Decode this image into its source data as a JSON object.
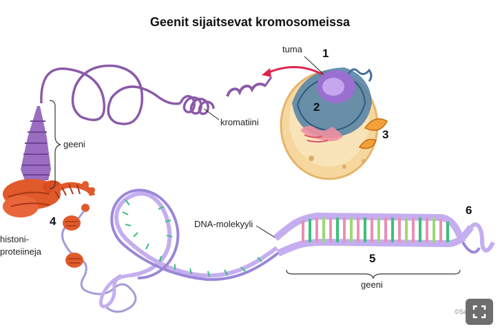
{
  "title": "Geenit sijaitsevat kromosomeissa",
  "labels": {
    "tuma": "tuma",
    "kromatiini": "kromatiini",
    "geeni_top": "geeni",
    "histoni_line1": "histoni-",
    "histoni_line2": "proteiineja",
    "dna": "DNA-molekyyli",
    "geeni_bottom": "geeni"
  },
  "numbers": {
    "n1": "1",
    "n2": "2",
    "n3": "3",
    "n4": "4",
    "n5": "5",
    "n6": "6"
  },
  "copyright": "©Sa",
  "fullscreen_icon": "expand-icon",
  "colors": {
    "chromatin": "#8a5aa8",
    "histone": "#e05a2b",
    "dna_backbone": "#c4aef0",
    "arrow": "#e0234e",
    "cell": "#f3c98a"
  }
}
